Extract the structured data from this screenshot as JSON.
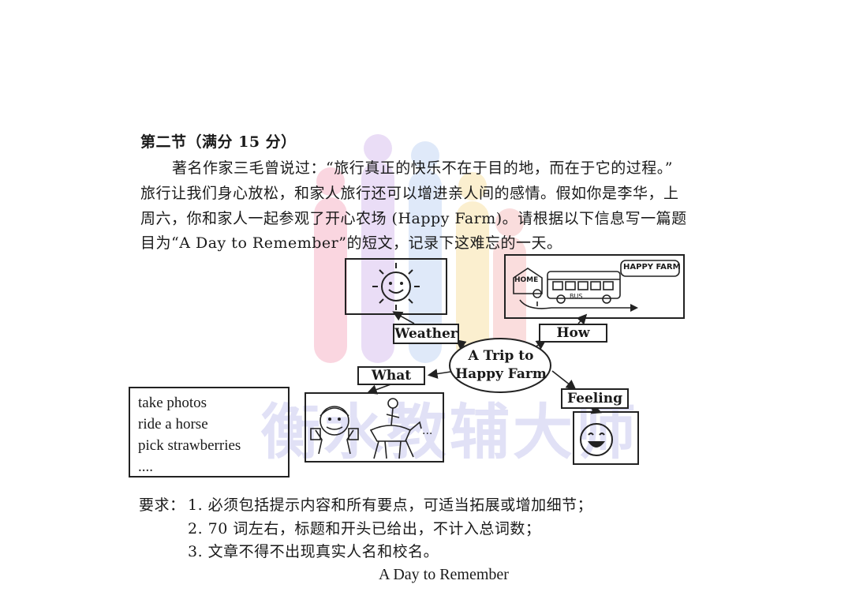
{
  "section_title": "第二节（满分 15 分）",
  "prompt_lines": [
    "著名作家三毛曾说过：“旅行真正的快乐不在于目的地，而在于它的过程。”",
    "旅行让我们身心放松，和家人旅行还可以增进亲人间的感情。假如你是李华，上",
    "周六，你和家人一起参观了开心农场 (Happy Farm)。请根据以下信息写一篇题",
    "目为“A Day to Remember”的短文，记录下这难忘的一天。"
  ],
  "diagram": {
    "center_line1": "A Trip to",
    "center_line2": "Happy Farm",
    "weather_label": "Weather",
    "how_label": "How",
    "what_label": "What",
    "feeling_label": "Feeling",
    "home_sign": "HOME",
    "bus_text": "BUS",
    "farm_sign": "HAPPY FARM",
    "activities": [
      "take photos",
      "ride a horse",
      "pick strawberries",
      "...."
    ],
    "ellipsis": "..."
  },
  "requirements": {
    "label": "要求：",
    "items": [
      "1. 必须包括提示内容和所有要点，可适当拓展或增加细节；",
      "2. 70 词左右，标题和开头已给出，不计入总词数；",
      "3. 文章不得不出现真实人名和校名。"
    ]
  },
  "essay_title": "A Day to Remember",
  "watermark_text": "衡水教辅大师"
}
